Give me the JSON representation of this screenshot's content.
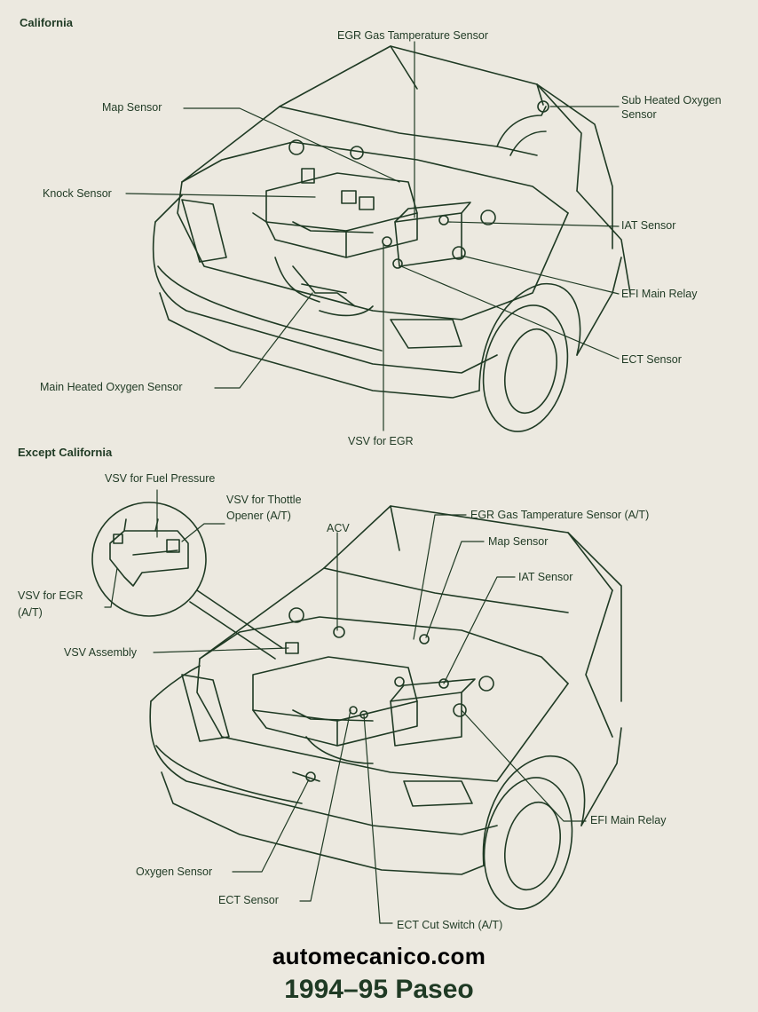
{
  "sections": {
    "california": "California",
    "except_california": "Except California"
  },
  "top_labels": {
    "egr_gas_temp": "EGR Gas Tamperature Sensor",
    "map_sensor": "Map Sensor",
    "sub_heated_o2_line1": "Sub Heated Oxygen",
    "sub_heated_o2_line2": "Sensor",
    "knock_sensor": "Knock Sensor",
    "iat_sensor": "IAT Sensor",
    "efi_main_relay": "EFI Main Relay",
    "ect_sensor": "ECT Sensor",
    "main_heated_o2": "Main Heated Oxygen Sensor",
    "vsv_egr": "VSV for EGR"
  },
  "bottom_labels": {
    "vsv_fuel_pressure": "VSV for Fuel Pressure",
    "vsv_throttle_line1": "VSV for Thottle",
    "vsv_throttle_line2": "Opener (A/T)",
    "acv": "ACV",
    "egr_gas_temp_at": "EGR Gas Tamperature Sensor (A/T)",
    "map_sensor": "Map Sensor",
    "iat_sensor": "IAT Sensor",
    "vsv_egr_at_line1": "VSV for EGR",
    "vsv_egr_at_line2": "(A/T)",
    "vsv_assembly": "VSV Assembly",
    "efi_main_relay": "EFI Main Relay",
    "oxygen_sensor": "Oxygen Sensor",
    "ect_sensor": "ECT Sensor",
    "ect_cut_switch": "ECT Cut Switch (A/T)"
  },
  "footer": {
    "site": "automecanico.com",
    "model": "1994–95 Paseo"
  },
  "colors": {
    "ink": "#1f3a24",
    "paper": "#ece9e0",
    "site_text": "#000000"
  }
}
